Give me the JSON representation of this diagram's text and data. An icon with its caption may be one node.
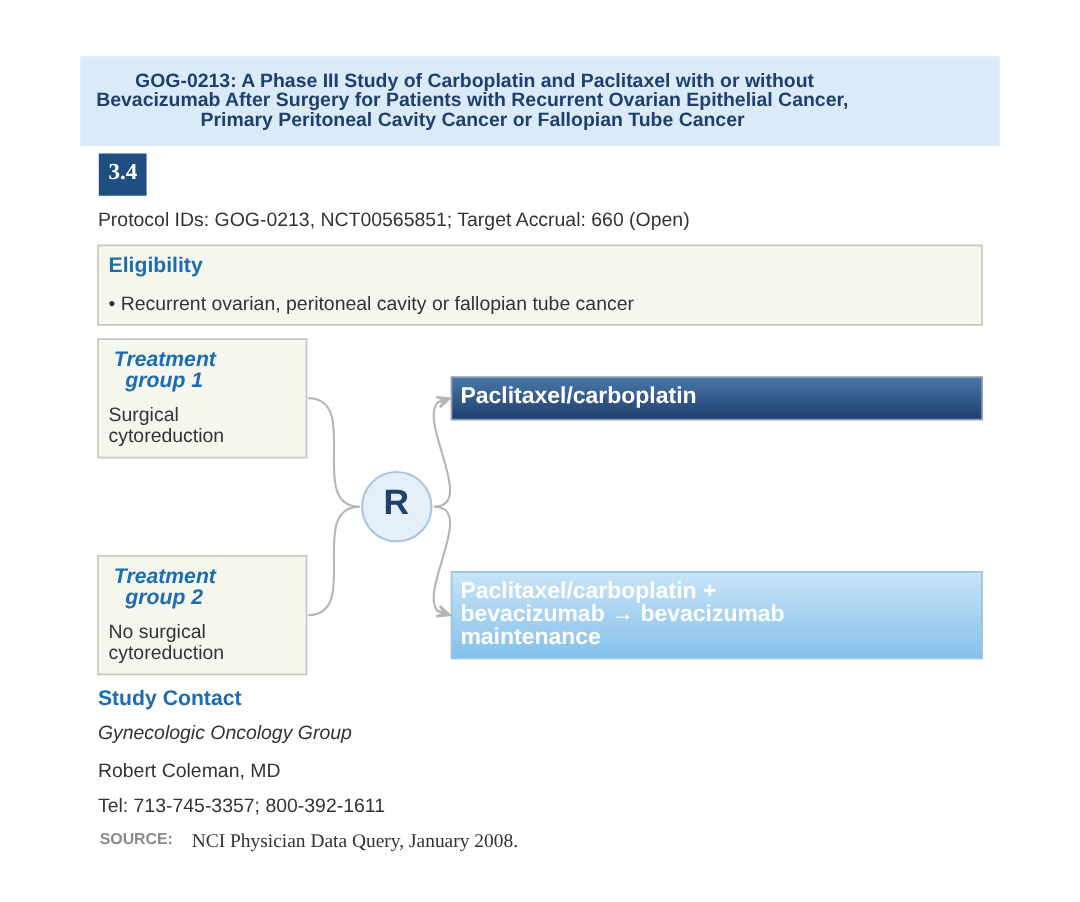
{
  "diagram": {
    "title": "GOG-0213: A Phase III Study of Carboplatin and Paclitaxel with or without Bevacizumab After Surgery for Patients with Recurrent Ovarian Epithelial Cancer, Primary Peritoneal Cavity Cancer or Fallopian Tube Cancer",
    "nodes": [
      {
        "text": [
          "Eligibility",
          "• Recurrent ovarian, peritoneal cavity or fallopian tube cancer"
        ]
      },
      {
        "text": [
          "Treatment group 1",
          "Surgical cytoreduction"
        ]
      },
      {
        "text": [
          "Treatment group 2",
          "No surgical cytoreduction"
        ]
      },
      {
        "text": [
          "R"
        ]
      },
      {
        "text": [
          "Paclitaxel/carboplatin"
        ]
      },
      {
        "text": [
          "Paclitaxel/carboplatin + bevacizumab → bevacizumab maintenance"
        ]
      }
    ],
    "edges": [
      {
        "from": 1,
        "to": 3,
        "arrow": "none"
      },
      {
        "from": 2,
        "to": 3,
        "arrow": "none"
      },
      {
        "from": 3,
        "to": 4,
        "arrow": "to"
      },
      {
        "from": 3,
        "to": 5,
        "arrow": "to"
      }
    ],
    "labels": [
      "3.4",
      "Protocol IDs: GOG-0213, NCT00565851; Target Accrual: 660 (Open)",
      "Study Contact",
      "Gynecologic Oncology Group",
      "Robert Coleman, MD",
      "Tel: 713-745-3357; 800-392-1611",
      "SOURCE:",
      "NCI Physician Data Query, January 2008."
    ]
  }
}
